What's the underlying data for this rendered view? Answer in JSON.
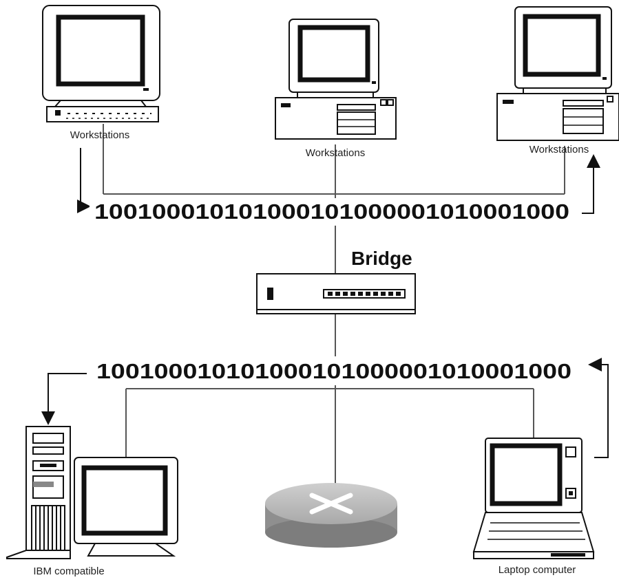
{
  "top_segment": {
    "workstation_left_label": "Workstations",
    "workstation_center_label": "Workstations",
    "workstation_right_label": "Workstations",
    "bitstream": "100100010101000101000001010001000"
  },
  "bridge": {
    "label": "Bridge"
  },
  "bottom_segment": {
    "bitstream": "100100010101000101000001010001000",
    "ibm_label": "IBM compatible",
    "laptop_label": "Laptop computer"
  }
}
